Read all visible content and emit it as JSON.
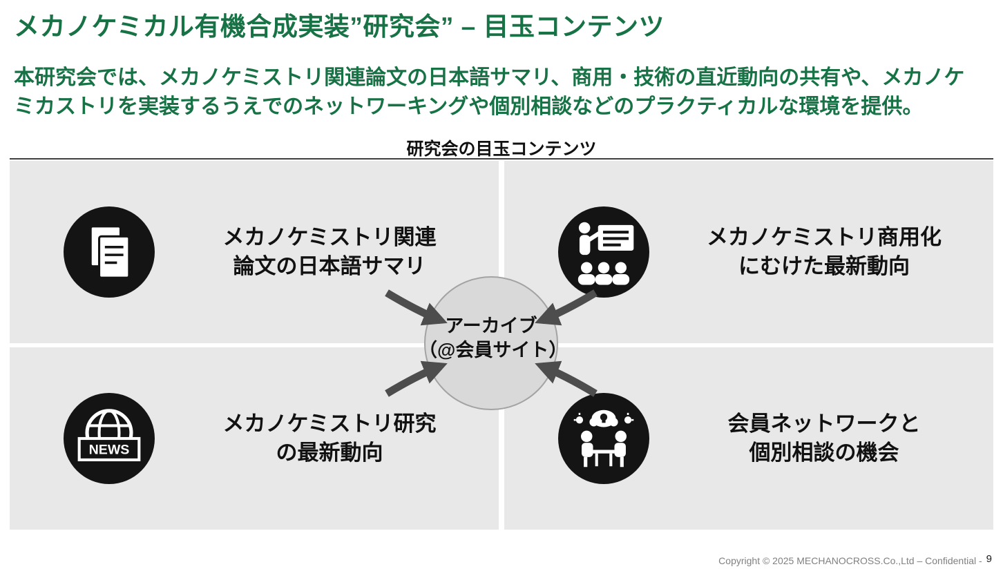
{
  "slide": {
    "title": "メカノケミカル有機合成実装”研究会” – 目玉コンテンツ",
    "lead_lines": [
      "本研究会では、メカノケミストリ関連論文の日本語サマリ、商用・技術の直近動向の共有や、メカノケ",
      "ミカストリを実装するうえでのネットワーキングや個別相談などのプラクティカルな環境を提供。"
    ],
    "section_heading": "研究会の目玉コンテンツ",
    "quadrants": [
      {
        "icon": "document-icon",
        "line1": "メカノケミストリ関連",
        "line2": "論文の日本語サマリ"
      },
      {
        "icon": "presentation-icon",
        "line1": "メカノケミストリ商用化",
        "line2": "にむけた最新動向"
      },
      {
        "icon": "news-icon",
        "line1": "メカノケミストリ研究",
        "line2": "の最新動向"
      },
      {
        "icon": "meeting-icon",
        "line1": "会員ネットワークと",
        "line2": "個別相談の機会"
      }
    ],
    "center": {
      "line1": "アーカイブ",
      "line2": "（@会員サイト）"
    },
    "icons": {
      "news_label": "NEWS"
    },
    "footer": {
      "copyright": "Copyright © 2025 MECHANOCROSS.Co.,Ltd – Confidential -",
      "page": "9"
    },
    "colors": {
      "title_green": "#177245",
      "panel_gray": "#e8e8e8",
      "icon_black": "#141414",
      "center_fill": "#d9d9d9",
      "center_border": "#a3a3a3",
      "arrow_gray": "#4d4d4d",
      "footer_gray": "#808080",
      "rule_dark": "#3f3f3f"
    }
  }
}
